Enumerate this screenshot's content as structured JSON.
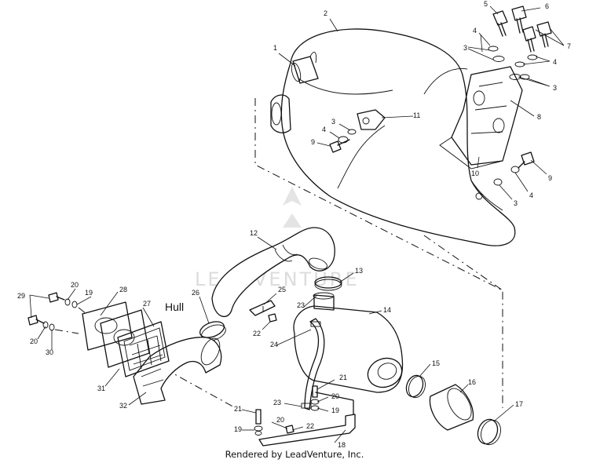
{
  "diagram": {
    "callouts": [
      "1",
      "2",
      "3",
      "4",
      "5",
      "6",
      "7",
      "8",
      "9",
      "10",
      "11",
      "12",
      "13",
      "14",
      "15",
      "16",
      "17",
      "18",
      "19",
      "20",
      "21",
      "22",
      "23",
      "24",
      "25",
      "26",
      "27",
      "28",
      "29",
      "30",
      "31",
      "32"
    ],
    "hull_label": "Hull",
    "watermark": "LEADVENTURE",
    "footer": "Rendered by LeadVenture, Inc."
  }
}
